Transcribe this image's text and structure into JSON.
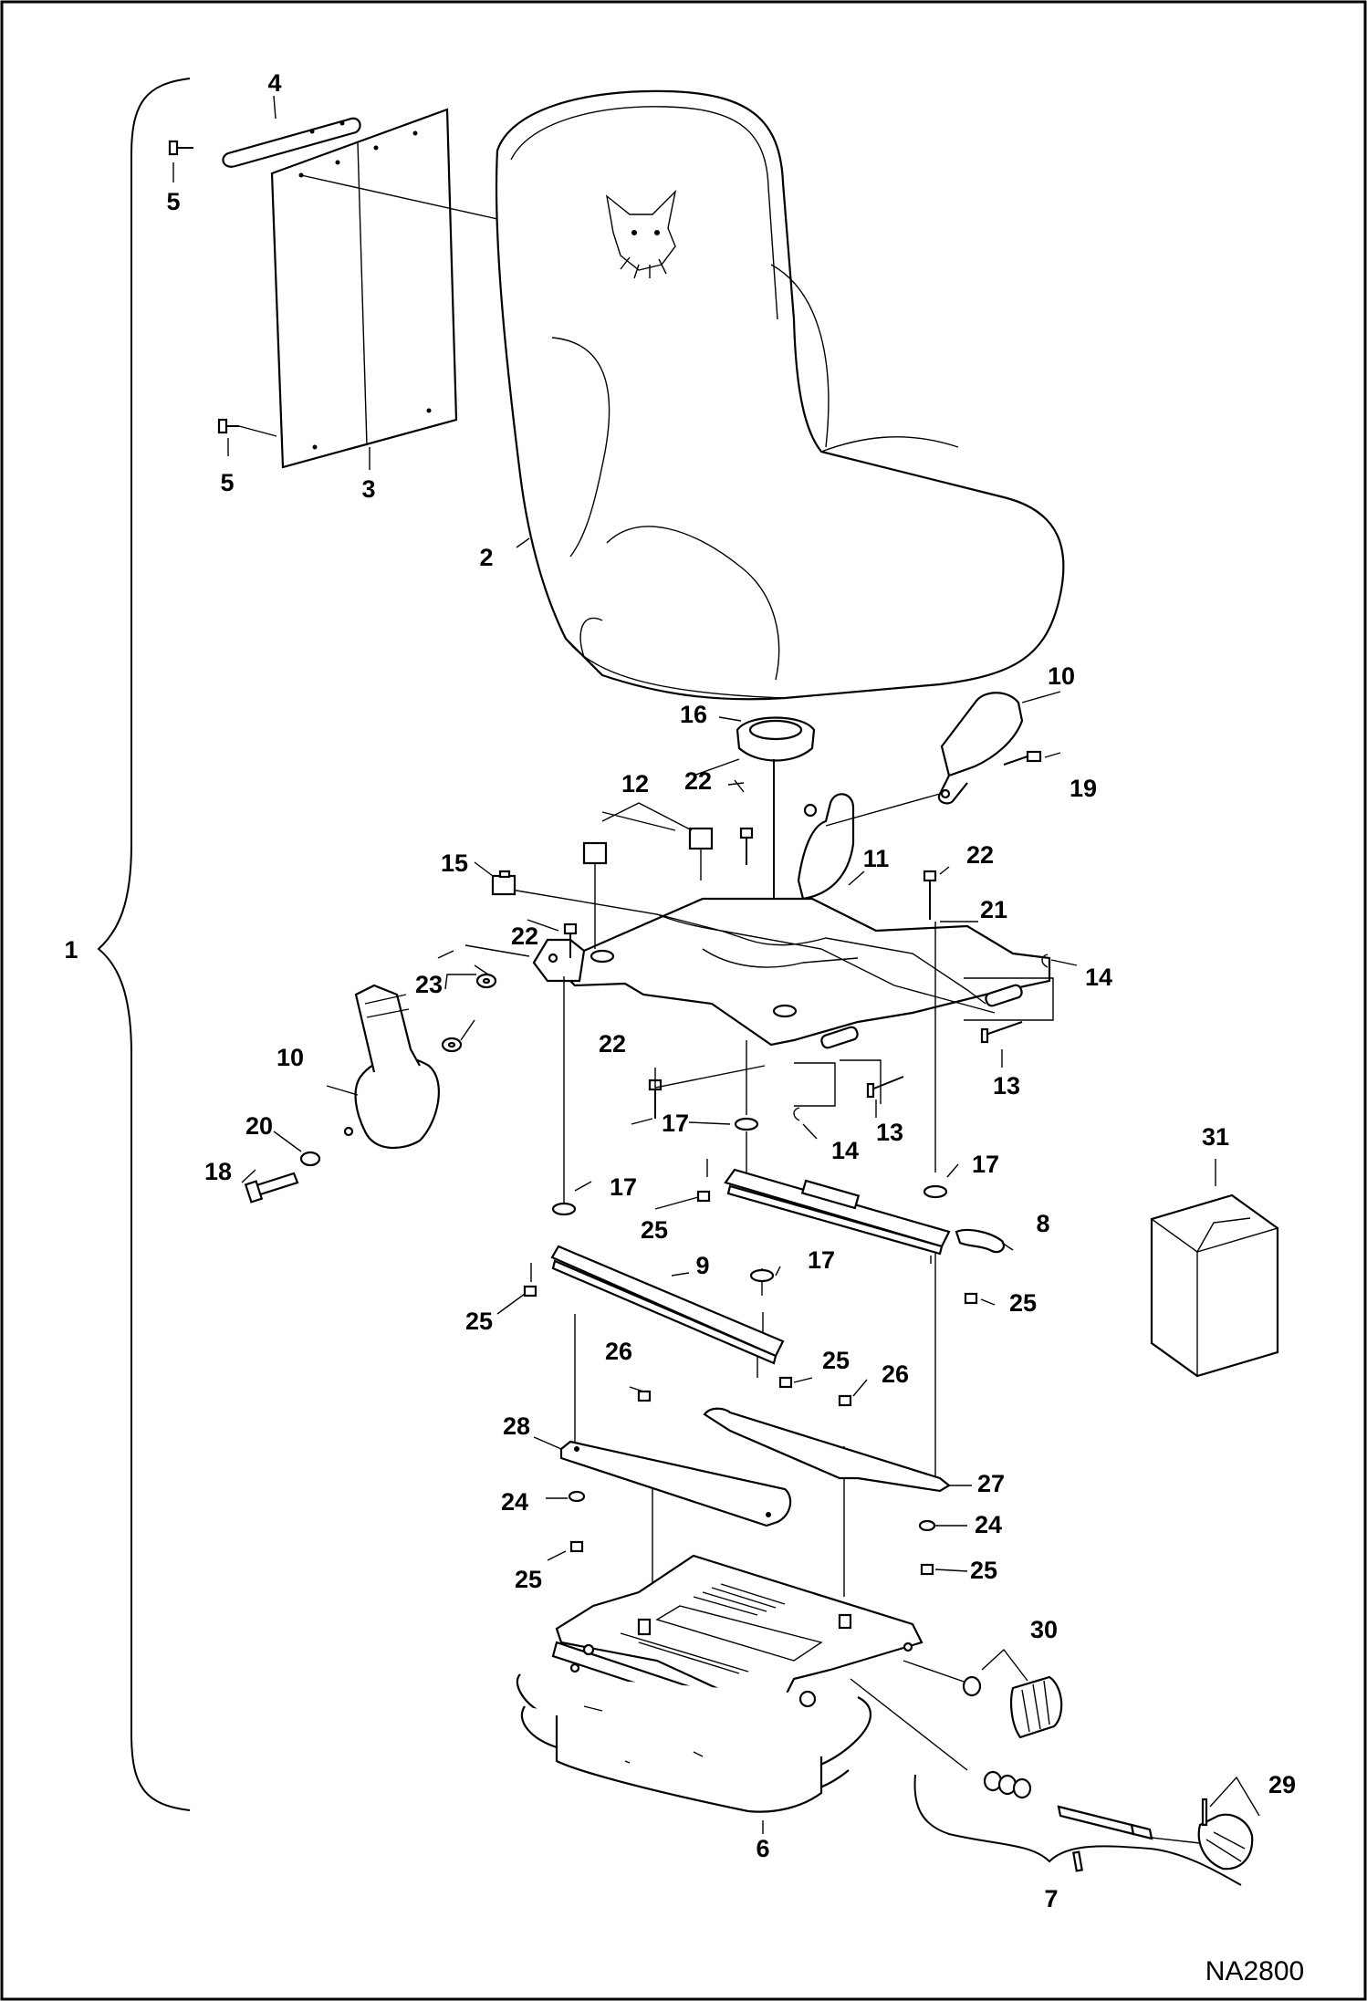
{
  "diagram": {
    "drawing_code": "NA2800",
    "callouts": {
      "c1": "1",
      "c2": "2",
      "c3": "3",
      "c4": "4",
      "c5a": "5",
      "c5b": "5",
      "c6": "6",
      "c7": "7",
      "c8": "8",
      "c9": "9",
      "c10a": "10",
      "c10b": "10",
      "c11": "11",
      "c12": "12",
      "c13a": "13",
      "c13b": "13",
      "c14a": "14",
      "c14b": "14",
      "c15": "15",
      "c16": "16",
      "c17a": "17",
      "c17b": "17",
      "c17c": "17",
      "c17d": "17",
      "c18": "18",
      "c19": "19",
      "c20": "20",
      "c21": "21",
      "c22a": "22",
      "c22b": "22",
      "c22c": "22",
      "c22d": "22",
      "c23": "23",
      "c24a": "24",
      "c24b": "24",
      "c25a": "25",
      "c25b": "25",
      "c25c": "25",
      "c25d": "25",
      "c25e": "25",
      "c25f": "25",
      "c26a": "26",
      "c26b": "26",
      "c27": "27",
      "c28": "28",
      "c29": "29",
      "c30": "30",
      "c31": "31"
    }
  }
}
